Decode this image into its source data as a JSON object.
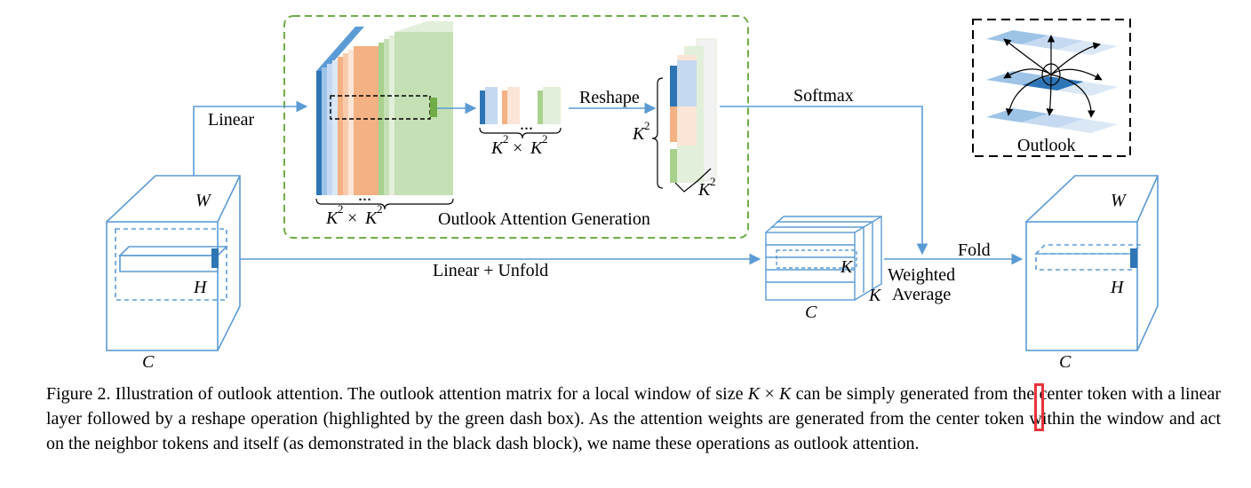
{
  "figure": {
    "labels": {
      "linear": "Linear",
      "reshape": "Reshape",
      "softmax": "Softmax",
      "linear_unfold": "Linear + Unfold",
      "outlook": "Outlook",
      "generation": "Outlook Attention Generation",
      "fold": "Fold",
      "weighted": "Weighted",
      "average": "Average",
      "dots": "...",
      "K": "K",
      "K2": "K",
      "sq": "2",
      "times": "×",
      "W": "W",
      "H": "H",
      "C": "C"
    },
    "colors": {
      "blue_line": "#5b9bd5",
      "blue_dark": "#2e75b6",
      "blue_light": "#c5d9f1",
      "orange": "#f4b183",
      "orange_light": "#fbe5d6",
      "green": "#a9d18e",
      "green_light": "#e2efda",
      "green_dark": "#70ad47",
      "dash_green": "#70ad47",
      "highlight_red": "#e8333a"
    }
  },
  "caption": {
    "lead": "Figure 2. Illustration of outlook attention. The outlook attention matrix for a local window of size ",
    "K1": "K",
    "times": " × ",
    "K2": "K",
    "mid1": " can be simply generated from the ",
    "highlight": "center token with a linear layer followed by a reshape operation",
    "rest": " (highlighted by the green dash box). As the attention weights are generated from the center token within the window and act on the neighbor tokens and itself (as demonstrated in the black dash block), we name these operations as outlook attention."
  }
}
